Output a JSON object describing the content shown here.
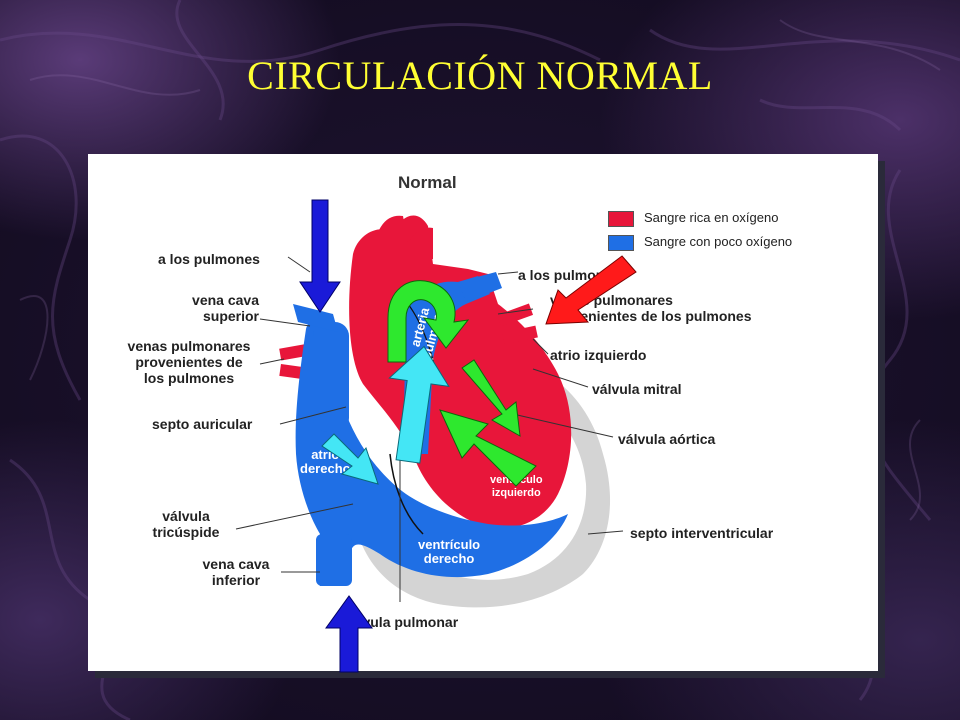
{
  "slide": {
    "title": "CIRCULACIÓN NORMAL"
  },
  "diagram": {
    "heading": "Normal",
    "legend": [
      {
        "label": "Sangre rica en oxígeno",
        "color": "#e8163a"
      },
      {
        "label": "Sangre con poco oxígeno",
        "color": "#1f6fe5"
      }
    ],
    "left_labels": {
      "a_los_pulmones": "a los pulmones",
      "vena_cava_superior": [
        "vena cava",
        "superior"
      ],
      "venas_pulmonares": [
        "venas pulmonares",
        "provenientes de",
        "los pulmones"
      ],
      "septo_auricular": "septo auricular",
      "valvula_tricuspide": [
        "válvula",
        "tricúspide"
      ],
      "vena_cava_inferior": [
        "vena cava",
        "inferior"
      ]
    },
    "right_labels": {
      "a_los_pulmones": "a los pulmones",
      "venas_pulmonares": [
        "venas pulmonares",
        "provenientes de los pulmones"
      ],
      "atrio_izquierdo": "atrio izquierdo",
      "valvula_mitral": "válvula mitral",
      "valvula_aortica": "válvula aórtica",
      "septo_interventricular": "septo interventricular"
    },
    "bottom_label": "válvula pulmonar",
    "inner_labels": {
      "arteria_pulmonar": [
        "arteria",
        "pulmonar"
      ],
      "atrio_derecho": [
        "atrio",
        "derecho"
      ],
      "ventriculo_izquierdo": [
        "ventrículo",
        "izquierdo"
      ],
      "ventriculo_derecho": [
        "ventrículo",
        "derecho"
      ]
    },
    "colors": {
      "oxygen_rich": "#e8163a",
      "oxygen_poor": "#1f6fe5",
      "pericardium": "#d4d4d4",
      "arrow_blue": "#1a1ad8",
      "arrow_cyan": "#44e6f5",
      "arrow_green": "#2ee82e",
      "arrow_red": "#ff1a1a"
    }
  }
}
